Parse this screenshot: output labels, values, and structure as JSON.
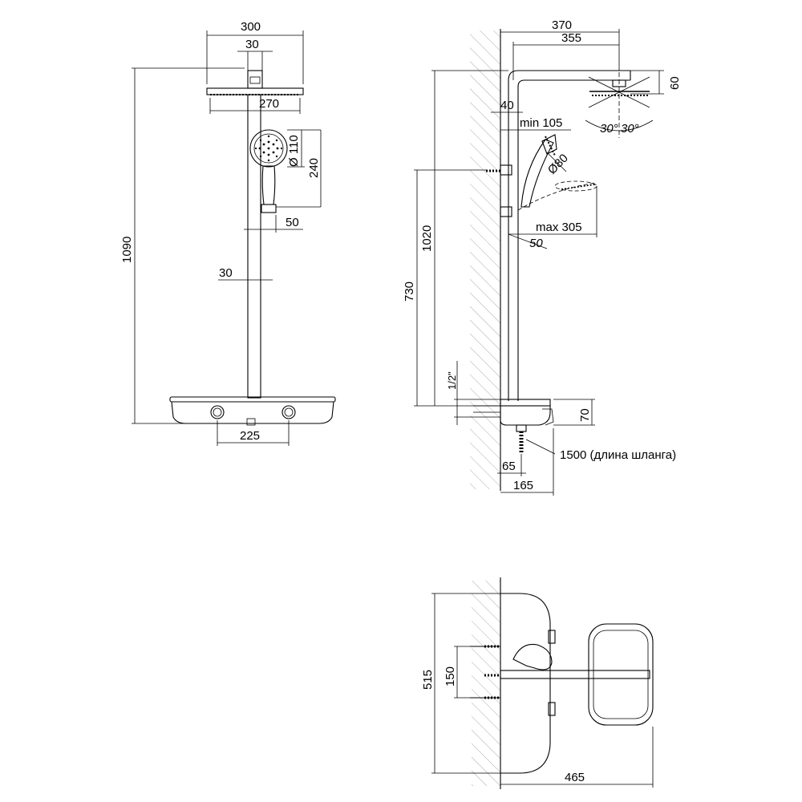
{
  "front_view": {
    "dims": {
      "head_width": "300",
      "arm_width": "30",
      "plate_width": "270",
      "hand_diameter": "Ø 110",
      "hand_length": "240",
      "holder_offset": "50",
      "pipe_width": "30",
      "total_height": "1090",
      "handle_spacing": "225"
    }
  },
  "side_view": {
    "dims": {
      "arm_reach": "370",
      "arm_inner": "355",
      "head_thickness": "60",
      "wall_gap": "40",
      "angle_left": "30°",
      "angle_right": "30°",
      "min_hand": "min 105",
      "hand_diameter": "Ø80",
      "pipe_height": "1020",
      "max_reach": "max 305",
      "hand_offset": "50",
      "mount_height": "730",
      "thread": "1/2\"",
      "tray_height": "70",
      "hose_length": "1500 (длина шланга)",
      "inlet_offset": "65",
      "tray_depth": "165"
    }
  },
  "top_view": {
    "dims": {
      "body_height": "515",
      "inlet_spacing": "150",
      "total_depth": "465"
    }
  }
}
